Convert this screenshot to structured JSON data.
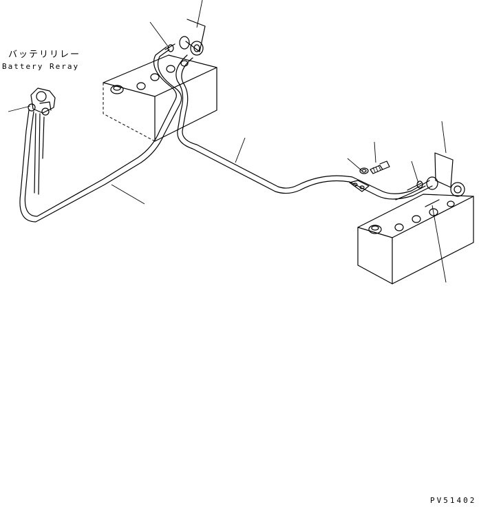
{
  "labels": {
    "relay_jp": "バッテリリレー",
    "relay_en": "Battery Reray",
    "figure_code": "PV51402"
  },
  "colors": {
    "line": "#000000",
    "background": "#ffffff"
  }
}
